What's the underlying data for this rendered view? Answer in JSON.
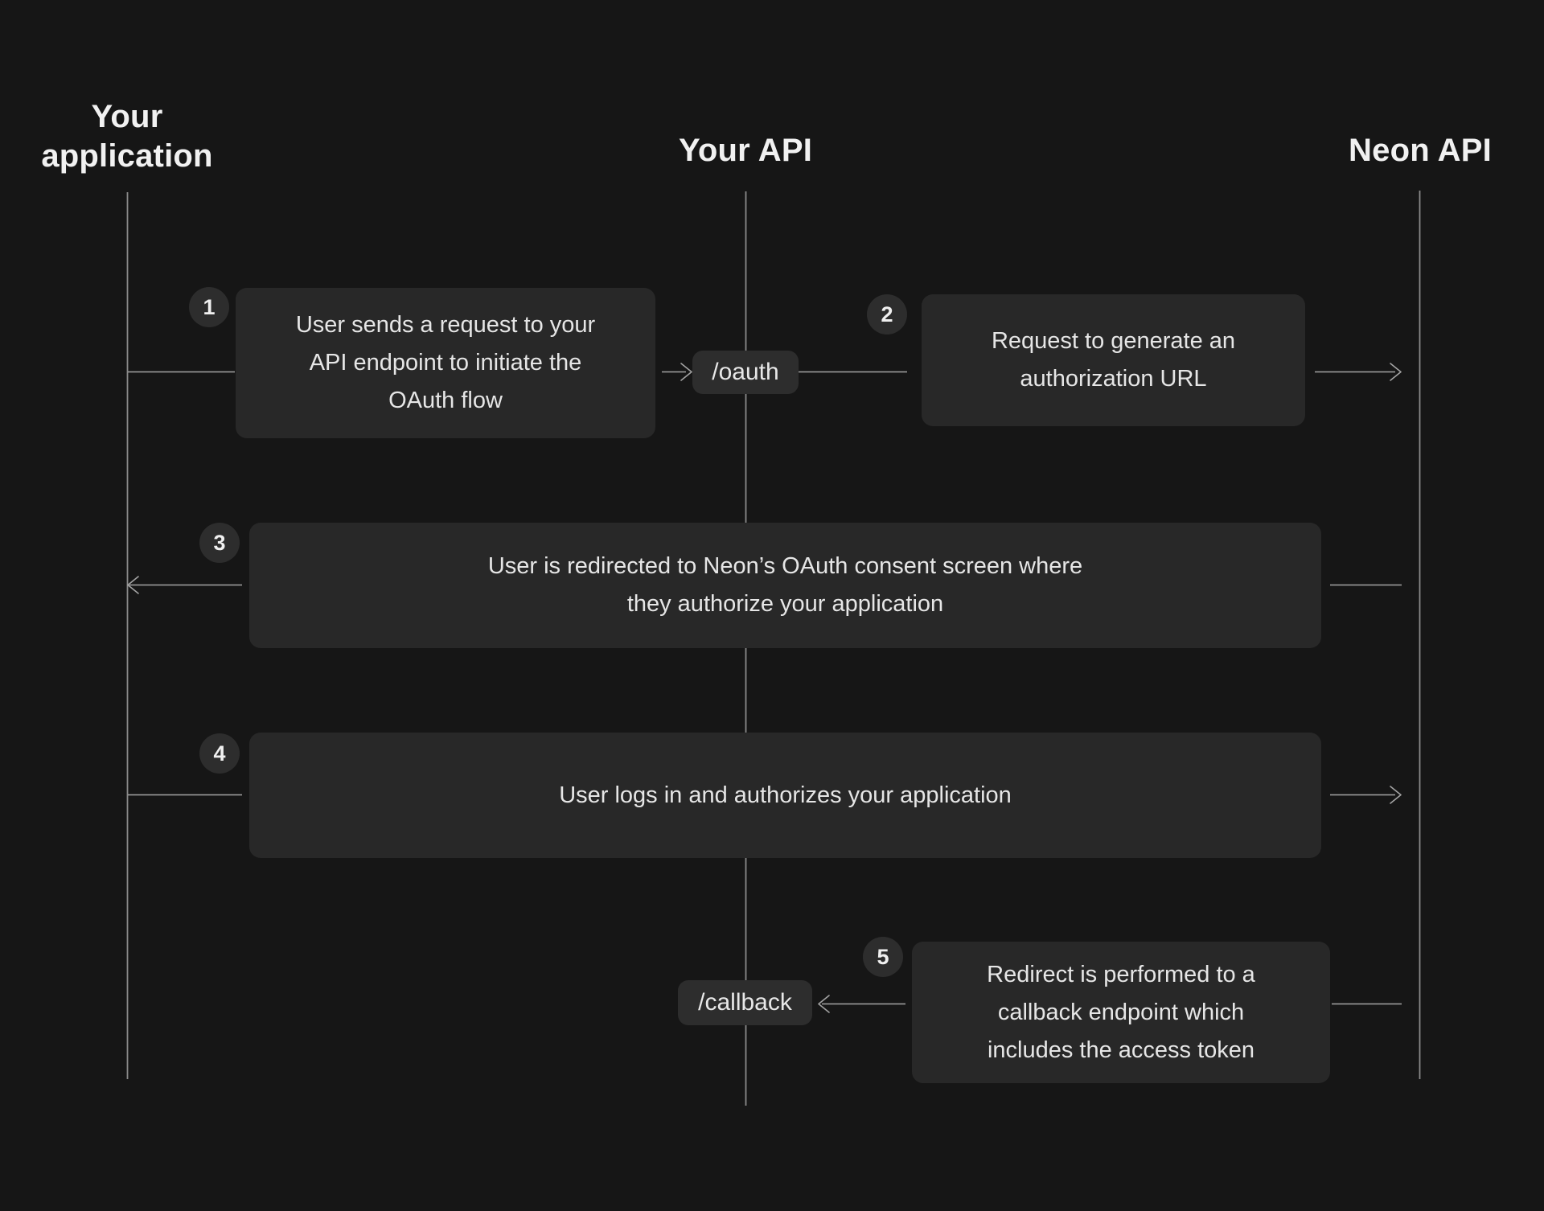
{
  "diagram": {
    "type": "sequence-diagram",
    "actors": [
      {
        "name": "Your application"
      },
      {
        "name": "Your API"
      },
      {
        "name": "Neon API"
      }
    ],
    "endpoints": {
      "oauth": "/oauth",
      "callback": "/callback"
    },
    "steps": [
      {
        "number": "1",
        "text": "User sends a request to your\nAPI endpoint to initiate the\nOAuth flow",
        "from": "Your application",
        "to": "Your API"
      },
      {
        "number": "2",
        "text": "Request to generate an\nauthorization URL",
        "from": "Your API",
        "to": "Neon API"
      },
      {
        "number": "3",
        "text": "User is redirected to Neon’s OAuth consent screen where\nthey authorize your application",
        "from": "Neon API",
        "to": "Your application"
      },
      {
        "number": "4",
        "text": "User logs in and authorizes your application",
        "from": "Your application",
        "to": "Neon API"
      },
      {
        "number": "5",
        "text": "Redirect is performed to a\ncallback endpoint which\nincludes the access token",
        "from": "Neon API",
        "to": "Your API"
      }
    ],
    "colors": {
      "background": "#161616",
      "message_box": "#282828",
      "endpoint_chip": "#2d2d2d",
      "badge": "#2d2d2d",
      "body_text": "#e6e6e6",
      "heading_text": "#f1f1f1",
      "connector_line": "#a3a3a3",
      "lifeline": "#8b8b8b"
    }
  }
}
